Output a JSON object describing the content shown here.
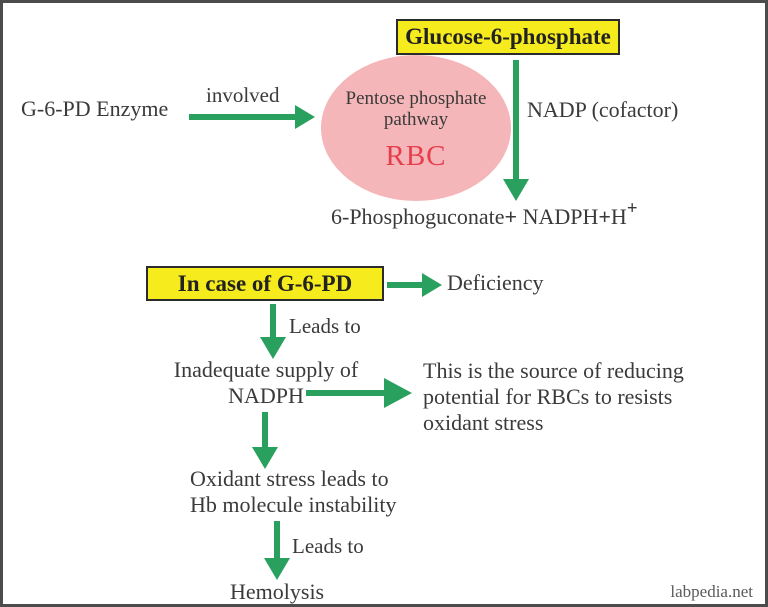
{
  "colors": {
    "arrow_green": "#2aa05e",
    "highlight_yellow": "#f5eb1d",
    "circle_pink": "#f4b6b9",
    "rbc_red": "#e63e4c",
    "text_dark": "#3a3a3a",
    "frame_gray": "#4c4c4c",
    "watermark_gray": "#5a5a5a"
  },
  "diagram": {
    "glucose_box_label": "Glucose-6-phosphate",
    "enzyme_label": "G-6-PD Enzyme",
    "involved_label": "involved",
    "circle": {
      "line1": "Pentose phosphate",
      "line2": "pathway",
      "rbc": "RBC"
    },
    "nadp_label": "NADP (cofactor)",
    "products": {
      "p1": "6-Phosphoguconate",
      "plus1": "+",
      "p2": " NADPH",
      "plus2": "+",
      "p3": "H",
      "sup": "+"
    },
    "case_box_label": "In case of G-6-PD",
    "deficiency_label": "Deficiency",
    "leads_to_1": "Leads to",
    "inadequate": {
      "line1": "Inadequate supply of",
      "line2": "NADPH"
    },
    "reducing": {
      "line1": "This is the source of reducing",
      "line2": "potential for RBCs to resists",
      "line3": "oxidant stress"
    },
    "oxidant": {
      "line1": "Oxidant stress leads to",
      "line2": "Hb molecule instability"
    },
    "leads_to_2": "Leads to",
    "hemolysis_label": "Hemolysis",
    "watermark": "labpedia.net"
  }
}
